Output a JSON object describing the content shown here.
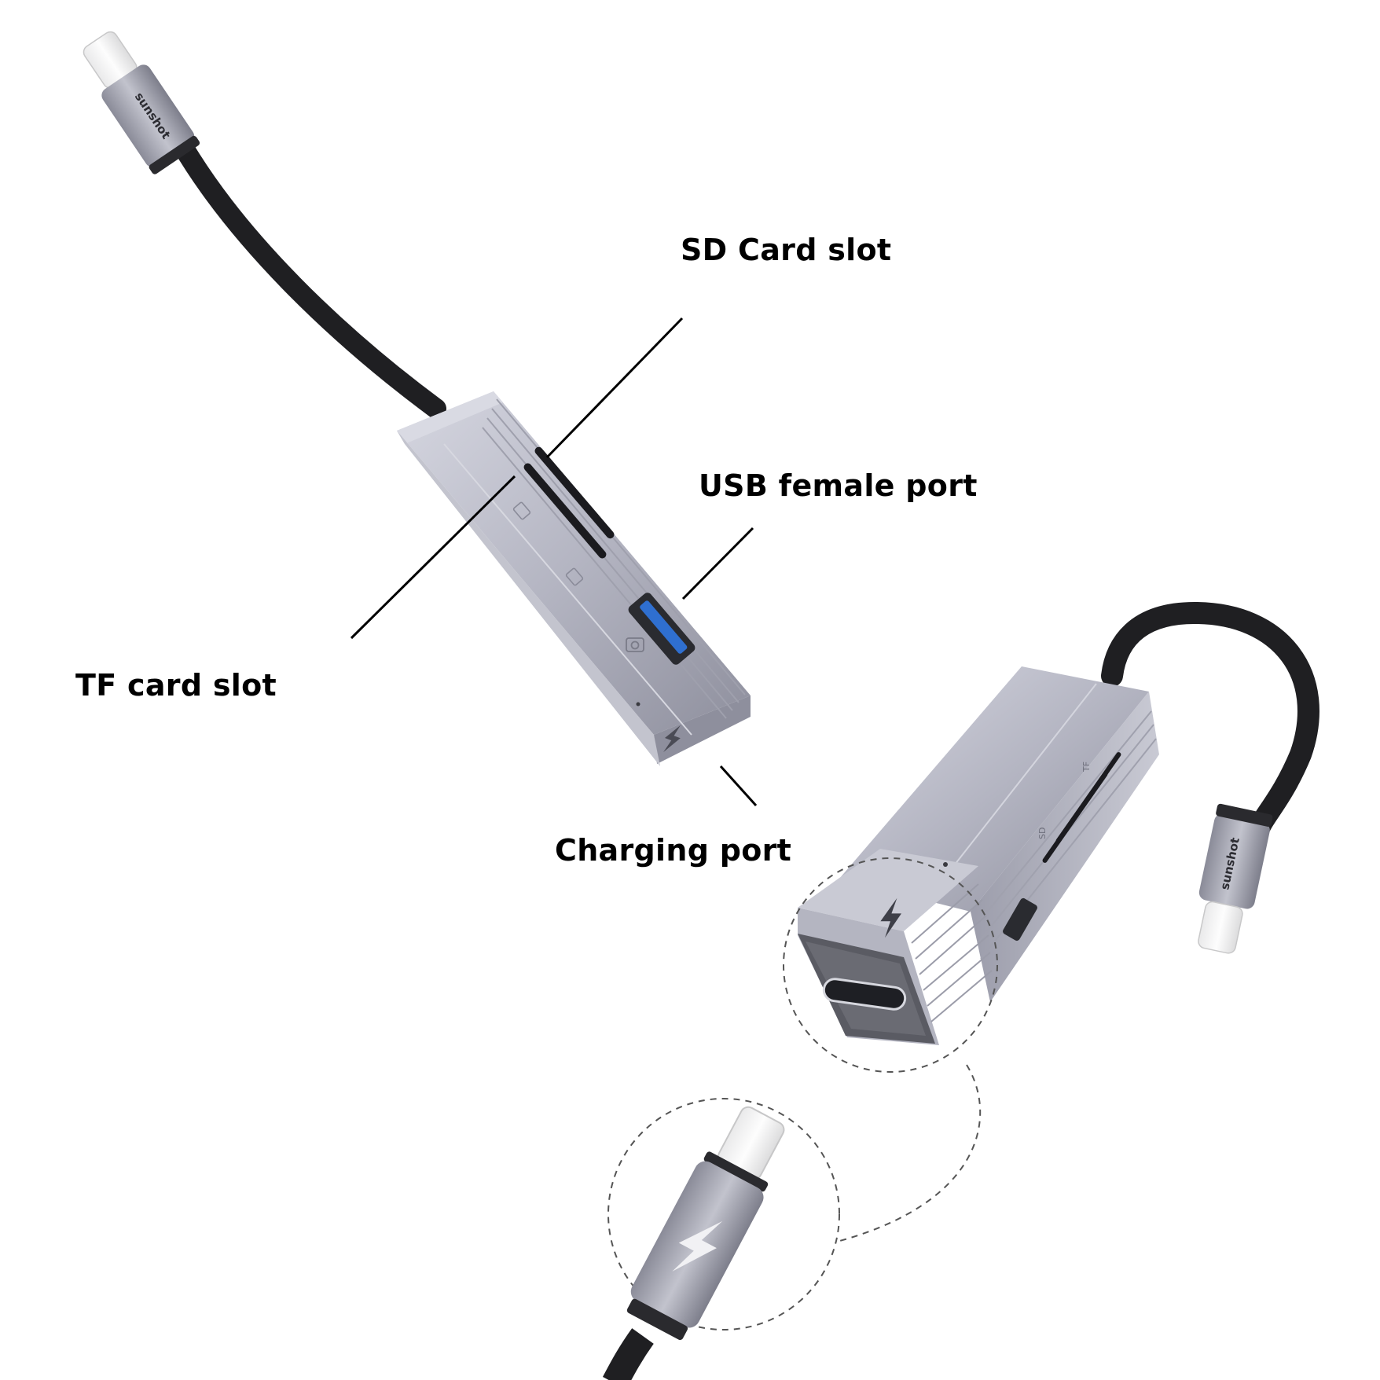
{
  "callouts": {
    "sd_card_slot": "SD Card slot",
    "usb_female_port": "USB female port",
    "tf_card_slot": "TF card slot",
    "charging_port": "Charging port"
  },
  "brand": {
    "logo_text": "sunshot"
  },
  "port_markings": {
    "tf": "TF",
    "sd": "SD"
  },
  "icons": [
    "lightning-icon",
    "camera-icon",
    "usb-icon",
    "sd-card-icon",
    "tf-card-icon"
  ],
  "colors": {
    "background": "#ffffff",
    "aluminum": "#b9bac6",
    "aluminum_dark": "#8f909e",
    "cable": "#1f1f22",
    "usb_blue": "#2f6fd0",
    "leader_line": "#000000",
    "dashed_circle": "#555555"
  }
}
